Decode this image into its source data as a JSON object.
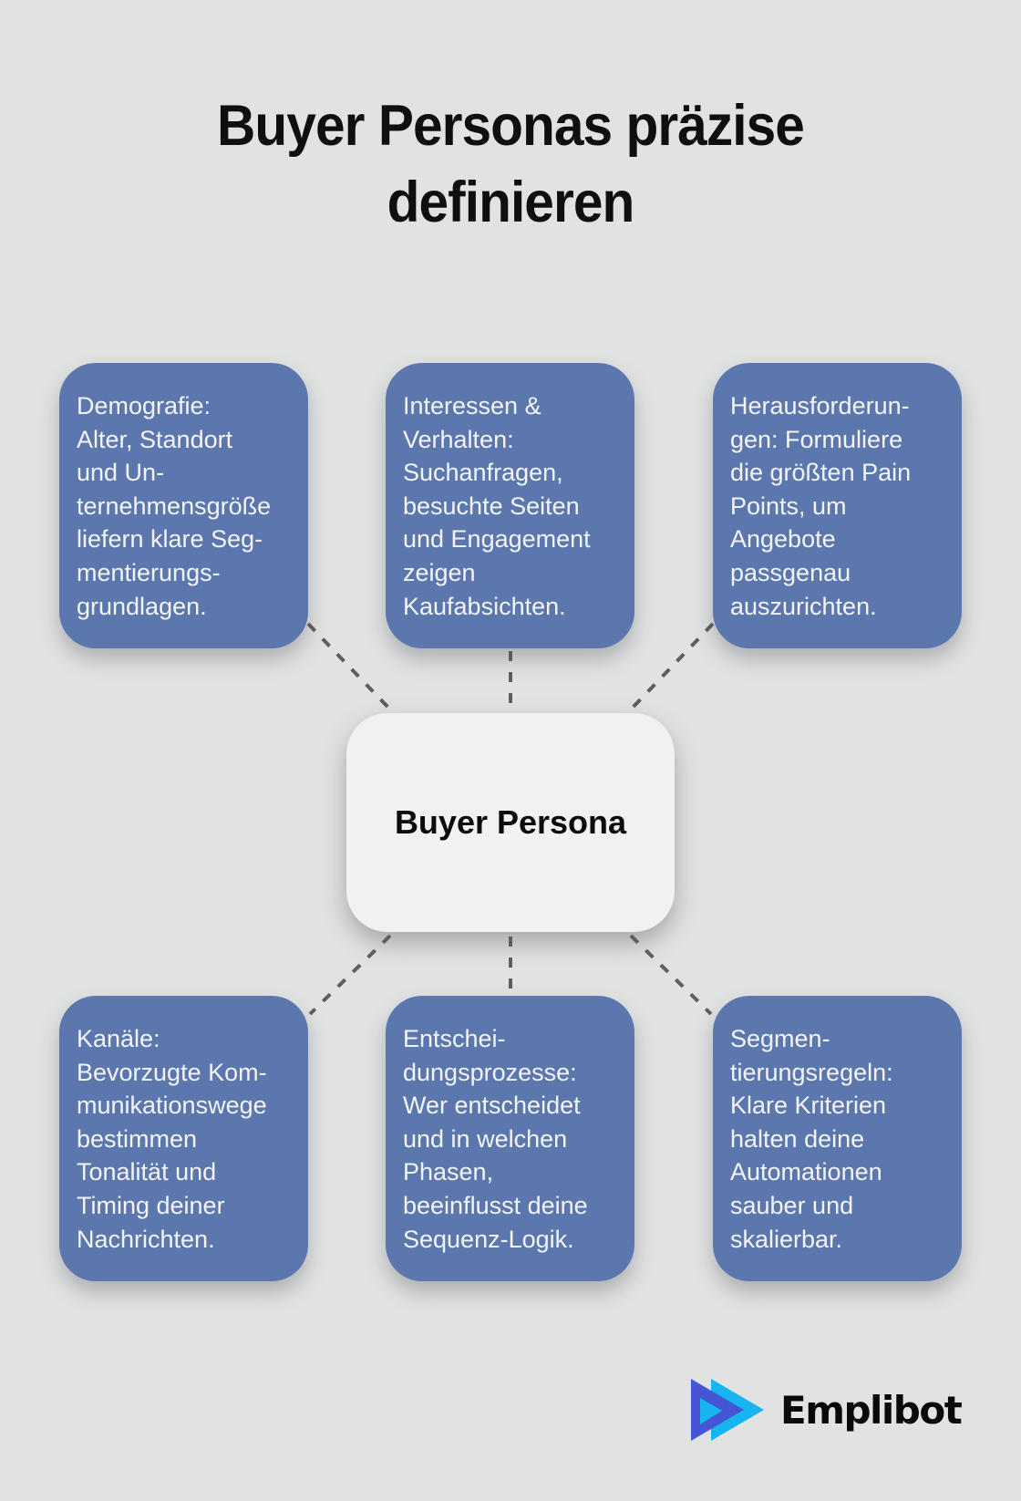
{
  "title": {
    "lines": [
      "Buyer Personas präzise",
      "definieren"
    ],
    "full_text": "Buyer Personas präzise definieren"
  },
  "center": {
    "label": "Buyer Persona"
  },
  "nodes": [
    {
      "id": "demografie",
      "position": "top-left",
      "text": "Demografie:\nAlter, Standort\nund Un-\nternehmensgröße\nliefern klare Seg-\nmentierungs-\ngrundlagen."
    },
    {
      "id": "interessen-verhalten",
      "position": "top-center",
      "text": "Interessen &\nVerhalten:\nSuchanfragen,\nbesuchte Seiten\nund Engagement\nzeigen\nKaufabsichten."
    },
    {
      "id": "herausforderungen",
      "position": "top-right",
      "text": "Herausforderun-\ngen: Formuliere\ndie größten Pain\nPoints, um\nAngebote\npassgenau\nauszurichten."
    },
    {
      "id": "kanaele",
      "position": "bottom-left",
      "text": "Kanäle:\nBevorzugte Kom-\nmunikationswege\nbestimmen\nTonalität und\nTiming deiner\nNachrichten."
    },
    {
      "id": "entscheidungsprozesse",
      "position": "bottom-center",
      "text": "Entschei-\ndungsprozesse:\nWer entscheidet\nund in welchen\nPhasen,\nbeeinflusst deine\nSequenz-Logik."
    },
    {
      "id": "segmentierungsregeln",
      "position": "bottom-right",
      "text": "Segmen-\ntierungsregeln:\nKlare Kriterien\nhalten deine\nAutomationen\nsauber und\nskalierbar."
    }
  ],
  "logo": {
    "brand_name": "Emplibot"
  },
  "colors": {
    "background": "#E1E2E2",
    "node_fill": "#5C77AE",
    "node_text": "#F2F4F7",
    "center_fill": "#F0F1F2",
    "center_text": "#0C0C0C",
    "title_text": "#0F0F0F",
    "connector": "#5E5E5E",
    "logo_indigo": "#4456D4",
    "logo_cyan": "#17B5F0"
  }
}
